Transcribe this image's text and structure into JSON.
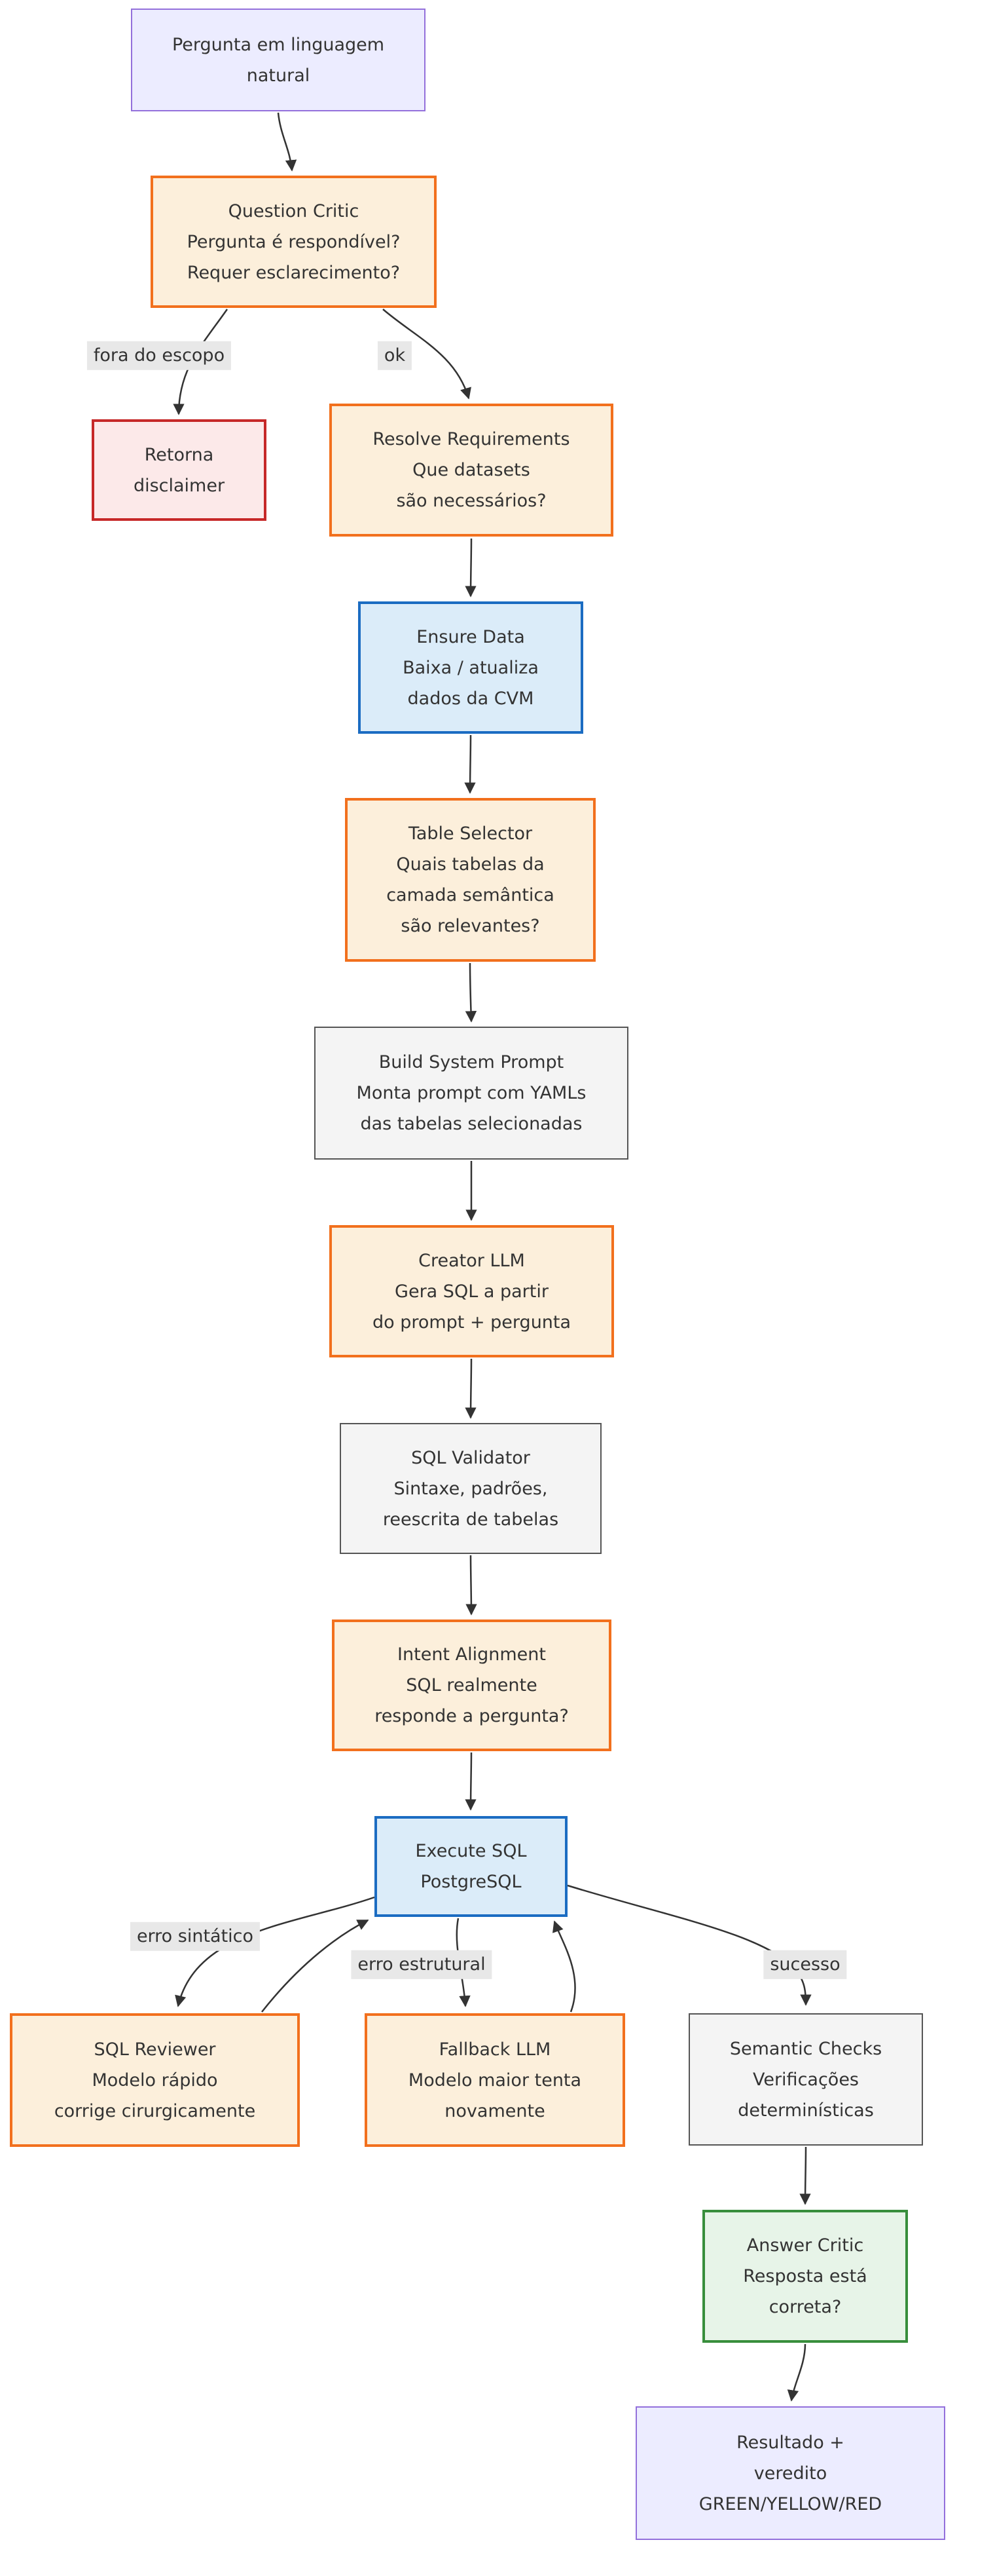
{
  "nodes": [
    {
      "id": "pergunta",
      "label": "Pergunta em linguagem\nnatural"
    },
    {
      "id": "question_critic",
      "label": "Question Critic\nPergunta é respondível?\nRequer esclarecimento?"
    },
    {
      "id": "retorna_disclaimer",
      "label": "Retorna\ndisclaimer"
    },
    {
      "id": "resolve_requirements",
      "label": "Resolve Requirements\nQue datasets\nsão necessários?"
    },
    {
      "id": "ensure_data",
      "label": "Ensure Data\nBaixa / atualiza\ndados da CVM"
    },
    {
      "id": "table_selector",
      "label": "Table Selector\nQuais tabelas da\ncamada semântica\nsão relevantes?"
    },
    {
      "id": "build_system_prompt",
      "label": "Build System Prompt\nMonta prompt com YAMLs\ndas tabelas selecionadas"
    },
    {
      "id": "creator_llm",
      "label": "Creator LLM\nGera SQL a partir\ndo prompt + pergunta"
    },
    {
      "id": "sql_validator",
      "label": "SQL Validator\nSintaxe, padrões,\nreescrita de tabelas"
    },
    {
      "id": "intent_alignment",
      "label": "Intent Alignment\nSQL realmente\nresponde a pergunta?"
    },
    {
      "id": "execute_sql",
      "label": "Execute SQL\nPostgreSQL"
    },
    {
      "id": "sql_reviewer",
      "label": "SQL Reviewer\nModelo rápido\ncorrige cirurgicamente"
    },
    {
      "id": "fallback_llm",
      "label": "Fallback LLM\nModelo maior tenta\nnovamente"
    },
    {
      "id": "semantic_checks",
      "label": "Semantic Checks\nVerificações\ndeterminísticas"
    },
    {
      "id": "answer_critic",
      "label": "Answer Critic\nResposta está\ncorreta?"
    },
    {
      "id": "resultado",
      "label": "Resultado +\nveredito\nGREEN/YELLOW/RED"
    }
  ],
  "edge_labels": [
    {
      "text": "fora do escopo"
    },
    {
      "text": "ok"
    },
    {
      "text": "erro sintático"
    },
    {
      "text": "erro estrutural"
    },
    {
      "text": "sucesso"
    }
  ],
  "palette": {
    "lavender_fill": "#ECECFF",
    "lavender_border": "#9370DB",
    "process_fill": "#FCEFDB",
    "process_border": "#F2701D",
    "data_fill": "#DBECF9",
    "data_border": "#1B6CC2",
    "neutral_fill": "#F4F4F4",
    "neutral_border": "#555555",
    "error_fill": "#FCE9E9",
    "error_border": "#C62828",
    "success_fill": "#E7F4E8",
    "success_border": "#388E3C",
    "edge_color": "#333333",
    "edge_label_bg": "#E8E8E8"
  }
}
